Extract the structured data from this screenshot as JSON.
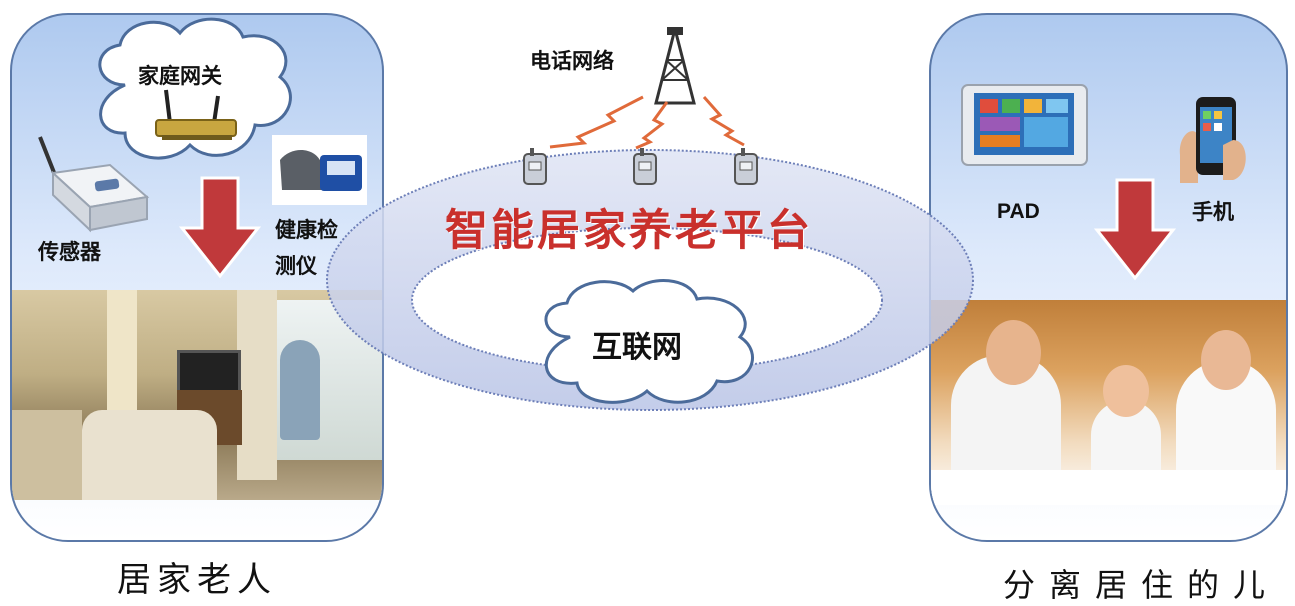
{
  "left_panel": {
    "gateway_label": "家庭网关",
    "sensor_label": "传感器",
    "health_device_label_line1": "健康检",
    "health_device_label_line2": "测仪",
    "caption": "居家老人"
  },
  "center": {
    "phone_network_label": "电话网络",
    "platform_title": "智能居家养老平台",
    "internet_label": "互联网"
  },
  "right_panel": {
    "pad_label": "PAD",
    "phone_label": "手机",
    "caption": "分离居住的儿"
  },
  "colors": {
    "panel_border": "#5b79a8",
    "panel_top": "#aec9ef",
    "arrow": "#c0393b",
    "ellipse_fill": "#c8d2ee",
    "title_red": "#c9302c"
  }
}
